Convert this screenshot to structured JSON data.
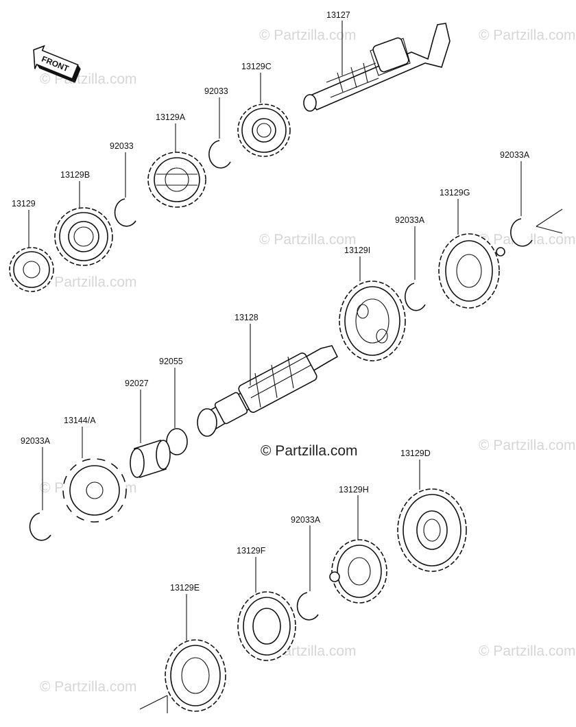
{
  "watermark": {
    "text": "© Partzilla.com",
    "main_text": "© Partzilla.com"
  },
  "front_label": "FRONT",
  "parts": [
    {
      "id": "p13127",
      "label": "13127"
    },
    {
      "id": "p13129C",
      "label": "13129C"
    },
    {
      "id": "p92033_top",
      "label": "92033"
    },
    {
      "id": "p13129A",
      "label": "13129A"
    },
    {
      "id": "p92033_mid",
      "label": "92033"
    },
    {
      "id": "p13129B",
      "label": "13129B"
    },
    {
      "id": "p13129",
      "label": "13129"
    },
    {
      "id": "p92033A_right",
      "label": "92033A"
    },
    {
      "id": "p13129G",
      "label": "13129G"
    },
    {
      "id": "p92033A_mid",
      "label": "92033A"
    },
    {
      "id": "p13129I",
      "label": "13129I"
    },
    {
      "id": "p13128",
      "label": "13128"
    },
    {
      "id": "p92055",
      "label": "92055"
    },
    {
      "id": "p92027",
      "label": "92027"
    },
    {
      "id": "p13144A",
      "label": "13144/A"
    },
    {
      "id": "p92033A_left",
      "label": "92033A"
    },
    {
      "id": "p13129D",
      "label": "13129D"
    },
    {
      "id": "p13129H",
      "label": "13129H"
    },
    {
      "id": "p92033A_low",
      "label": "92033A"
    },
    {
      "id": "p13129F",
      "label": "13129F"
    },
    {
      "id": "p13129E",
      "label": "13129E"
    }
  ]
}
